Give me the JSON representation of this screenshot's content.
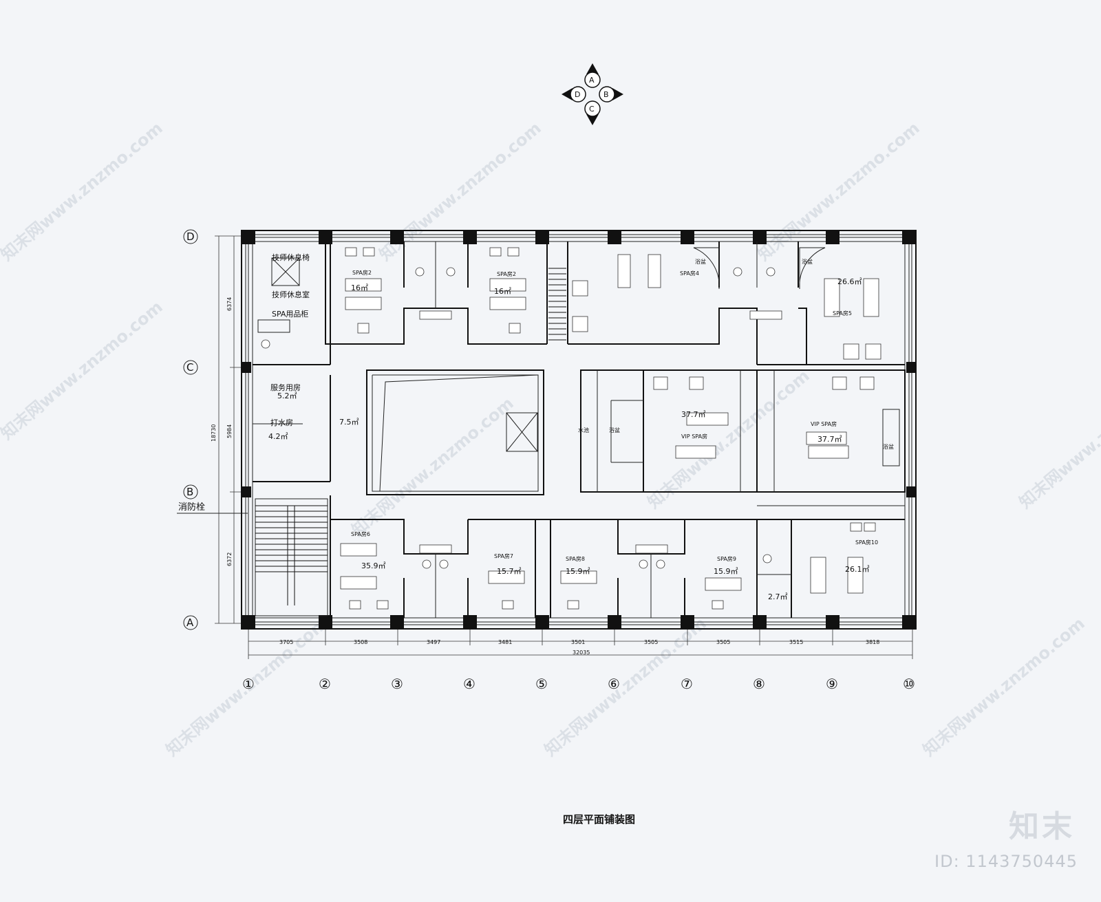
{
  "drawing_title": "四层平面铺装图",
  "compass": {
    "n": "A",
    "e": "B",
    "s": "C",
    "w": "D"
  },
  "row_axes": [
    "D",
    "C",
    "B",
    "A"
  ],
  "col_axes": [
    "①",
    "②",
    "③",
    "④",
    "⑤",
    "⑥",
    "⑦",
    "⑧",
    "⑨",
    "⑩"
  ],
  "dims_bottom": [
    "3705",
    "3508",
    "3497",
    "3481",
    "3501",
    "3505",
    "3505",
    "3515",
    "3818"
  ],
  "dim_total": "32035",
  "dims_left": [
    "6374",
    "5984",
    "6372"
  ],
  "dim_left_total": "18730",
  "fire_hydrant": "消防栓",
  "rooms": {
    "tech_chair": "技师休息椅",
    "tech_rest": "技师休息室",
    "spa_cabinet": "SPA用品柜",
    "service_room": "服务用房",
    "service_area": "5.2㎡",
    "cleaning_room": "打水房",
    "cleaning_area": "4.2㎡",
    "spa2a": "SPA房2",
    "spa2a_area": "16㎡",
    "spa2b": "SPA房2",
    "spa2b_area": "16㎡",
    "spa4": "SPA房4",
    "bath1": "浴盆",
    "bath2": "浴盆",
    "spa5": "SPA房5",
    "spa5_area": "26.6㎡",
    "atrium_area": "7.5㎡",
    "pool": "水池",
    "bath3": "浴盆",
    "vip1_area": "37.7㎡",
    "vip1": "VIP SPA房",
    "vip2": "VIP SPA房",
    "vip2_area": "37.7㎡",
    "bath4": "浴盆",
    "spa6": "SPA房6",
    "spa6_area": "35.9㎡",
    "spa7": "SPA房7",
    "spa7_area": "15.7㎡",
    "spa8": "SPA房8",
    "spa8_area": "15.9㎡",
    "spa9": "SPA房9",
    "spa9_area": "15.9㎡",
    "spa10": "SPA房10",
    "spa10_area": "26.1㎡",
    "small_area": "2.7㎡"
  },
  "watermark": "知末网www.znzmo.com",
  "brand": "知末",
  "brand_id": "ID: 1143750445"
}
